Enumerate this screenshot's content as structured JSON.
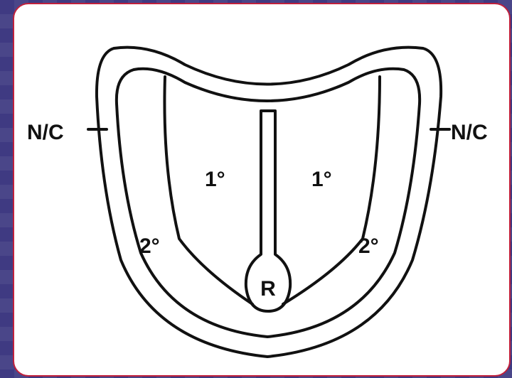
{
  "diagram": {
    "left_label": "N/C",
    "right_label": "N/C",
    "left_primary": "1°",
    "right_primary": "1°",
    "left_secondary": "2°",
    "right_secondary": "2°",
    "center": "R"
  },
  "colors": {
    "background": "#3f3a82",
    "card": "#ffffff",
    "card_border": "#c0203c",
    "ink": "#111111"
  }
}
